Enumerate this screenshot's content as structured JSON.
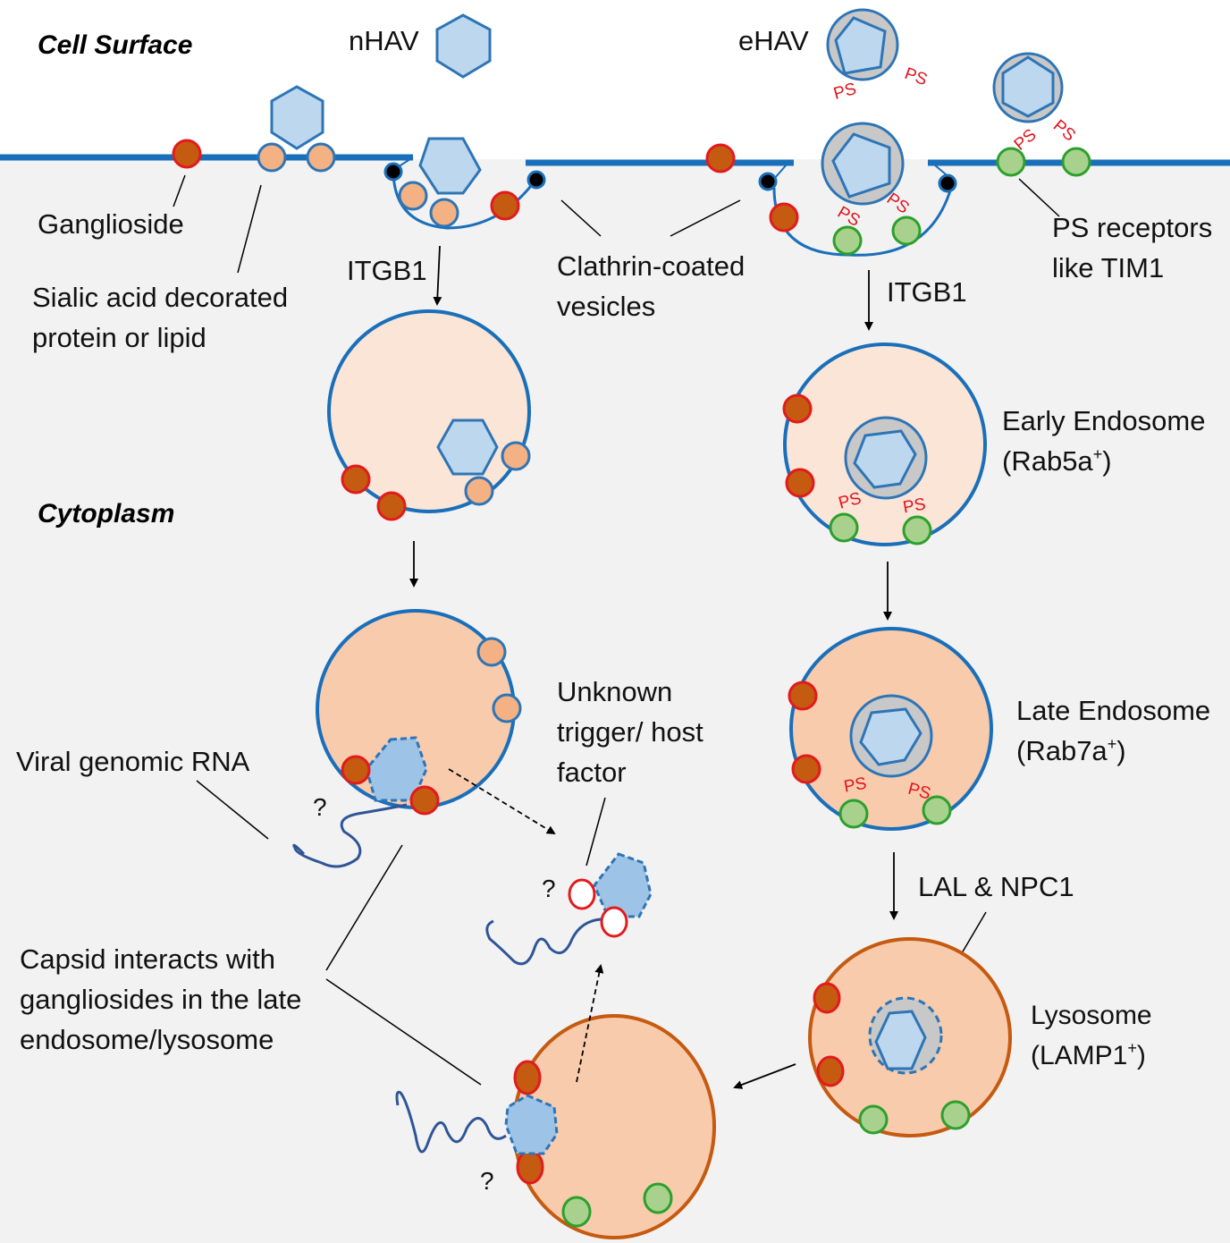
{
  "regions": {
    "cell_surface": "Cell Surface",
    "cytoplasm": "Cytoplasm"
  },
  "virus_labels": {
    "nhav": "nHAV",
    "ehav": "eHAV",
    "ps": "PS"
  },
  "labels": {
    "ganglioside": "Ganglioside",
    "sialic_line1": "Sialic acid decorated",
    "sialic_line2": "protein or lipid",
    "itgb1_left": "ITGB1",
    "itgb1_right": "ITGB1",
    "clathrin_line1": "Clathrin-coated",
    "clathrin_line2": "vesicles",
    "ps_receptors_line1": "PS receptors",
    "ps_receptors_line2": "like TIM1",
    "early_endosome_line1": "Early Endosome",
    "early_endosome_line2_pre": "(Rab5a",
    "early_endosome_sup": "+",
    "early_endosome_line2_post": ")",
    "late_endosome_line1": "Late Endosome",
    "late_endosome_line2_pre": "(Rab7a",
    "late_endosome_sup": "+",
    "late_endosome_line2_post": ")",
    "lysosome_line1": "Lysosome",
    "lysosome_line2_pre": "(LAMP1",
    "lysosome_sup": "+",
    "lysosome_line2_post": ")",
    "lal_npc1": "LAL & NPC1",
    "unknown_line1": "Unknown",
    "unknown_line2": "trigger/ host",
    "unknown_line3": "factor",
    "viral_rna": "Viral genomic RNA",
    "capsid_line1": "Capsid interacts with",
    "capsid_line2": "gangliosides in the late",
    "capsid_line3": "endosome/lysosome",
    "question": "?"
  },
  "colors": {
    "membrane": "#1a6fba",
    "cytoplasm_bg": "#f2f2f2",
    "capsid_fill": "#bdd7ee",
    "capsid_stroke": "#2e75b6",
    "capsid_uncoat_fill": "#9dc3e6",
    "envelope_fill": "#c8c8c8",
    "ganglioside_fill": "#c55a11",
    "ganglioside_stroke": "#e31a1c",
    "sialic_fill": "#f4b183",
    "ps_receptor_fill": "#a9d18e",
    "ps_receptor_stroke": "#2ca02c",
    "early_endo_fill": "#fbe5d6",
    "late_endo_fill": "#f8cbad",
    "lysosome_stroke": "#c55a11",
    "rna": "#2f5597",
    "ps_text": "#e0141e"
  }
}
